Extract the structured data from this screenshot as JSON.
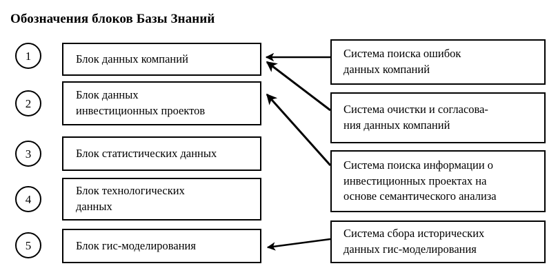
{
  "diagram": {
    "title": "Обозначения блоков Базы Знаний",
    "left_column": {
      "markers": [
        "1",
        "2",
        "3",
        "4",
        "5"
      ],
      "blocks": [
        {
          "id": "block-1",
          "label": "Блок данных компаний"
        },
        {
          "id": "block-2",
          "label": "Блок данных\nинвестиционных проектов"
        },
        {
          "id": "block-3",
          "label": "Блок статистических данных"
        },
        {
          "id": "block-4",
          "label": "Блок технологических\nданных"
        },
        {
          "id": "block-5",
          "label": "Блок гис-моделирования"
        }
      ]
    },
    "right_column": {
      "blocks": [
        {
          "id": "system-1",
          "label": "Система поиска ошибок\nданных компаний"
        },
        {
          "id": "system-2",
          "label": "Система очистки и согласова-\nния данных компаний"
        },
        {
          "id": "system-3",
          "label": "Система поиска информации о\nинвестиционных проектах на\nоснове семантического анализа"
        },
        {
          "id": "system-4",
          "label": "Система сбора исторических\nданных гис-моделирования"
        }
      ]
    },
    "connections": [
      {
        "id": "arrow-system1-to-block1",
        "from": "system-1",
        "to": "block-1"
      },
      {
        "id": "arrow-system2-to-block1",
        "from": "system-2",
        "to": "block-1"
      },
      {
        "id": "arrow-system3-to-block2",
        "from": "system-3",
        "to": "block-2"
      },
      {
        "id": "arrow-system4-to-block5",
        "from": "system-4",
        "to": "block-5"
      }
    ],
    "colors": {
      "stroke": "#000000",
      "background": "#ffffff",
      "text": "#000000"
    }
  }
}
